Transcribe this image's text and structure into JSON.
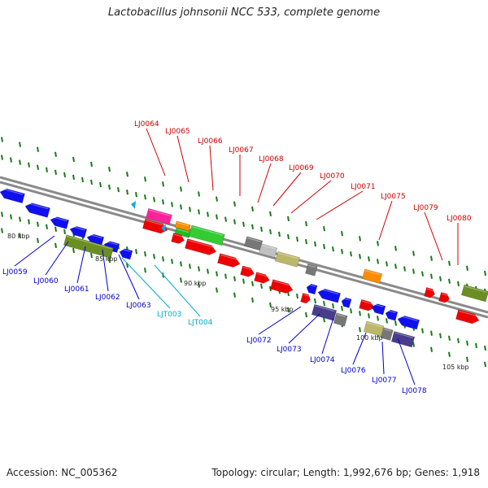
{
  "title": "Lactobacillus johnsonii NCC 533, complete genome",
  "accession": "Accession: NC_005362",
  "summary": "Topology: circular; Length: 1,992,676 bp; Genes: 1,918",
  "colors": {
    "backbone": "#888888",
    "tick": "#1a7a1a",
    "forward_label": "#cc0000",
    "reverse_label": "#0000cc",
    "trna_label": "#00aacc"
  },
  "kbp_markers": [
    "80 kbp",
    "85 kbp",
    "90 kbp",
    "95 kbp",
    "100 kbp",
    "105 kbp"
  ],
  "top_labels": [
    "LJ0064",
    "LJ0065",
    "LJ0066",
    "LJ0067",
    "LJ0068",
    "LJ0069",
    "LJ0070",
    "LJ0071",
    "LJ0075",
    "LJ0079",
    "LJ0080"
  ],
  "bottom_labels": [
    "LJ0059",
    "LJ0060",
    "LJ0061",
    "LJ0062",
    "LJ0063",
    "LJT003",
    "LJT004",
    "LJ0072",
    "LJ0073",
    "LJ0074",
    "LJ0076",
    "LJ0077",
    "LJ0078"
  ]
}
